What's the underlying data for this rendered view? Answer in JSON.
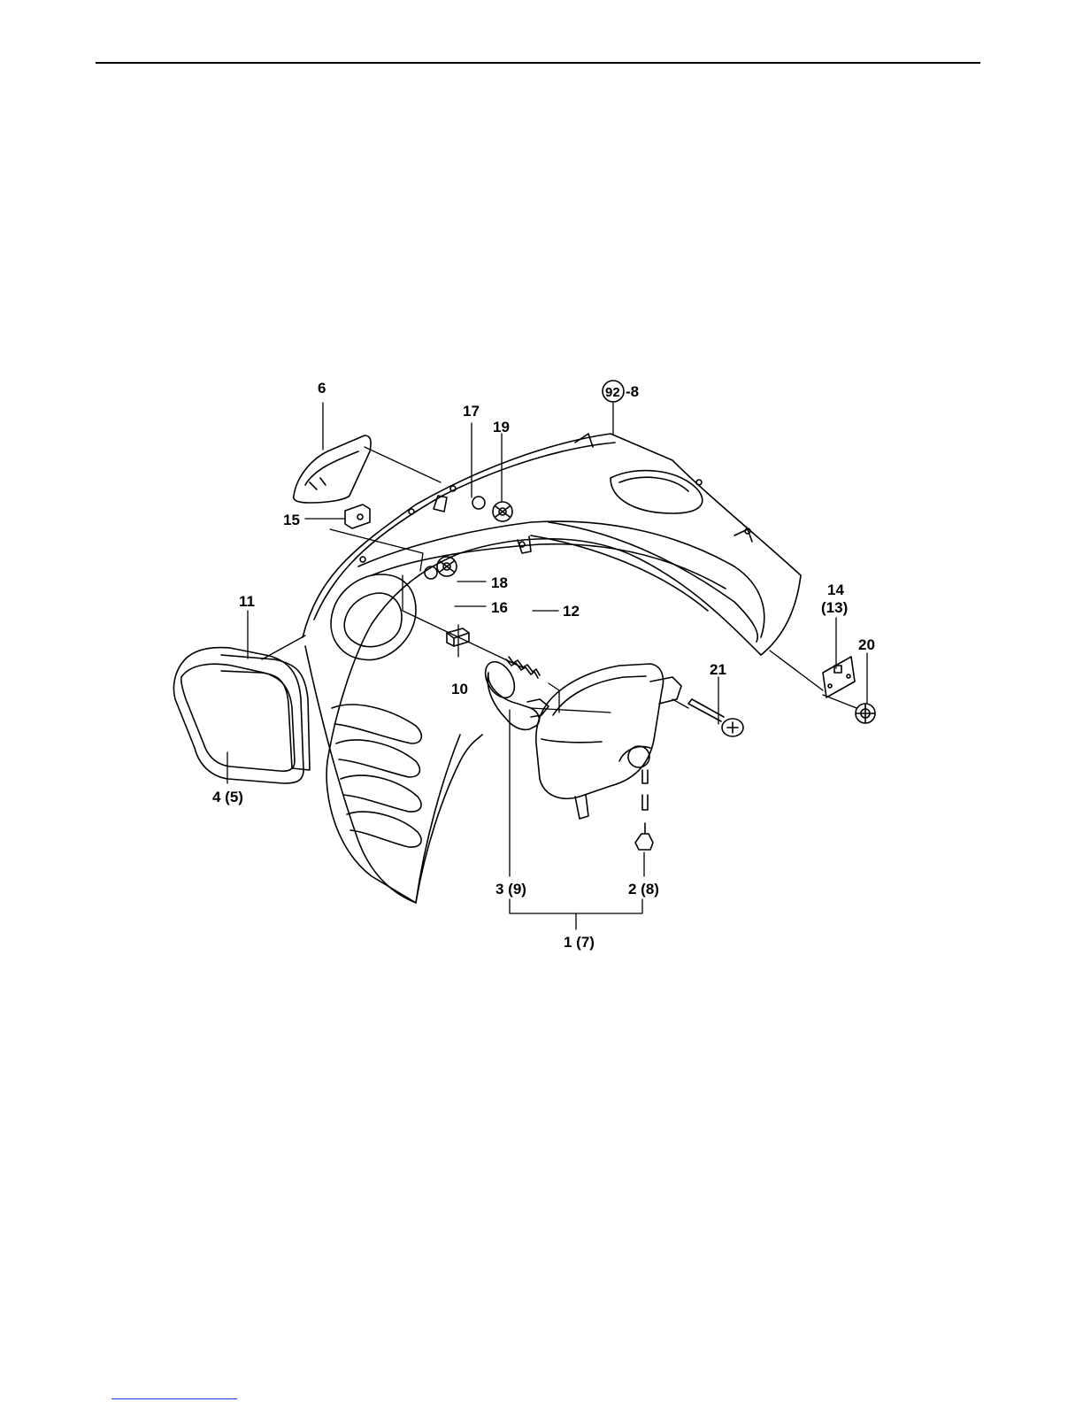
{
  "callouts": {
    "c6": "6",
    "c17": "17",
    "c19": "19",
    "c92_circle": "92",
    "c92_suffix": "-8",
    "c15": "15",
    "c11": "11",
    "c18": "18",
    "c16": "16",
    "c12": "12",
    "c14": "14",
    "c13": "(13)",
    "c20": "20",
    "c21": "21",
    "c10": "10",
    "c4": "4 (5)",
    "c3": "3 (9)",
    "c2": "2 (8)",
    "c1": "1 (7)"
  },
  "colors": {
    "ink": "#000000",
    "shade": "#d9d9d9",
    "link": "#1a3cff"
  }
}
